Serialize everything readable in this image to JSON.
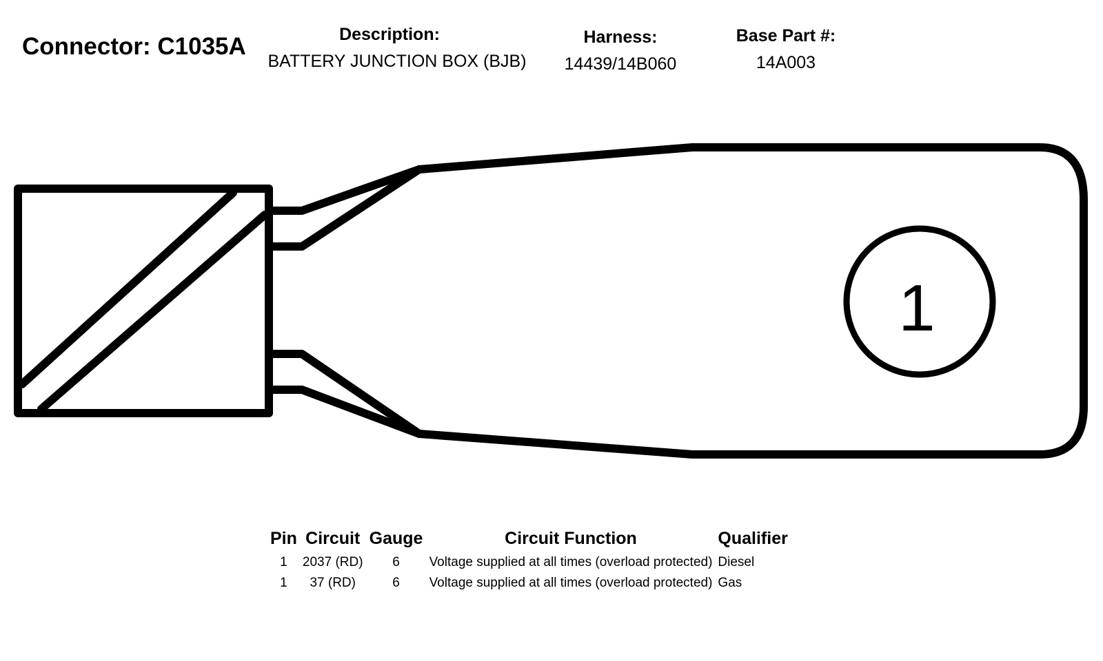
{
  "connector": {
    "title": "Connector: C1035A"
  },
  "header": {
    "description_label": "Description:",
    "description_value": "BATTERY JUNCTION BOX (BJB)",
    "harness_label": "Harness:",
    "harness_value": "14439/14B060",
    "base_part_label": "Base Part #:",
    "base_part_value": "14A003"
  },
  "diagram": {
    "pin_label": "1"
  },
  "table": {
    "headers": {
      "pin": "Pin",
      "circuit": "Circuit",
      "gauge": "Gauge",
      "function": "Circuit Function",
      "qualifier": "Qualifier"
    },
    "rows": [
      {
        "pin": "1",
        "circuit": "2037 (RD)",
        "gauge": "6",
        "function": "Voltage supplied at all times (overload protected)",
        "qualifier": "Diesel"
      },
      {
        "pin": "1",
        "circuit": "37 (RD)",
        "gauge": "6",
        "function": "Voltage supplied at all times (overload protected)",
        "qualifier": "Gas"
      }
    ]
  }
}
